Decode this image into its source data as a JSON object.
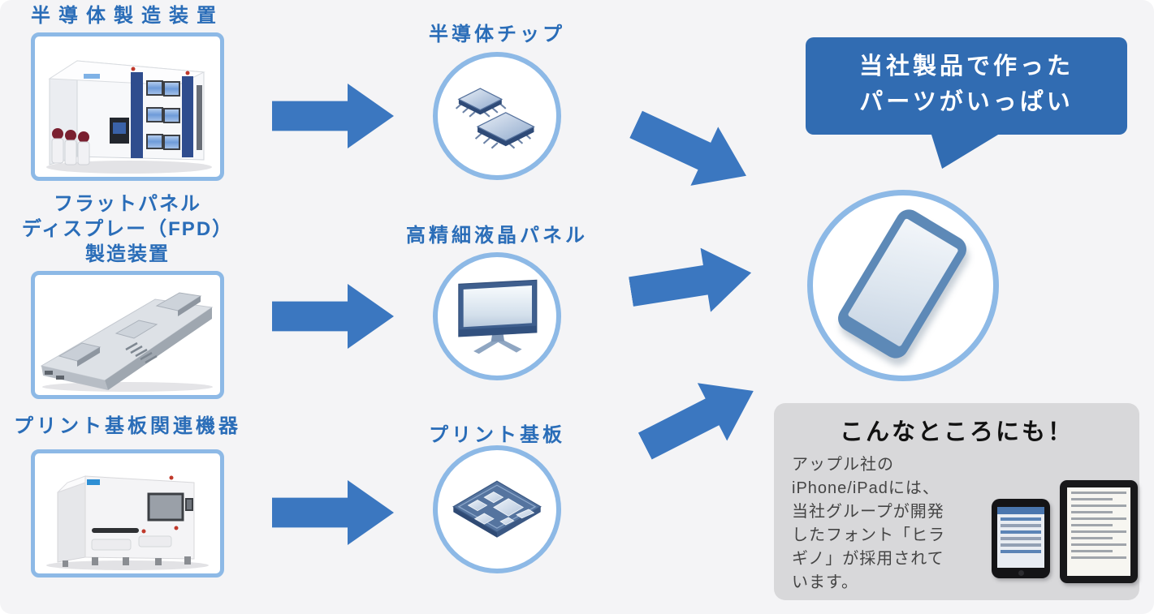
{
  "colors": {
    "background": "#f4f4f6",
    "label_blue": "#2a6db8",
    "arrow_blue": "#3b77c0",
    "bubble_blue": "#316cb2",
    "light_blue_border": "#8db9e6",
    "info_box_gray": "#d8d8da",
    "info_title_black": "#111111",
    "info_body_gray": "#454545"
  },
  "flow_rows": [
    {
      "equipment_label": "半導体製造装置",
      "equipment_image": "semiconductor-manufacturing-equipment-photo",
      "product_label": "半導体チップ",
      "product_icon": "semiconductor-chip-icon"
    },
    {
      "equipment_label": "フラットパネル\nディスプレー（FPD）\n製造装置",
      "equipment_image": "fpd-manufacturing-equipment-photo",
      "product_label": "高精細液晶パネル",
      "product_icon": "lcd-panel-icon"
    },
    {
      "equipment_label": "プリント基板関連機器",
      "equipment_image": "pcb-related-equipment-photo",
      "product_label": "プリント基板",
      "product_icon": "printed-circuit-board-icon"
    }
  ],
  "speech_bubble": {
    "text": "当社製品で作った\nパーツがいっぱい"
  },
  "smartphone": {
    "icon": "smartphone-icon"
  },
  "info_box": {
    "title": "こんなところにも！",
    "body": "アップル社の\niPhone/iPadには、\n当社グループが開発\nしたフォント「ヒラ\nギノ」が採用されて\nいます。",
    "devices": [
      "iphone-photo",
      "ipad-photo"
    ]
  }
}
